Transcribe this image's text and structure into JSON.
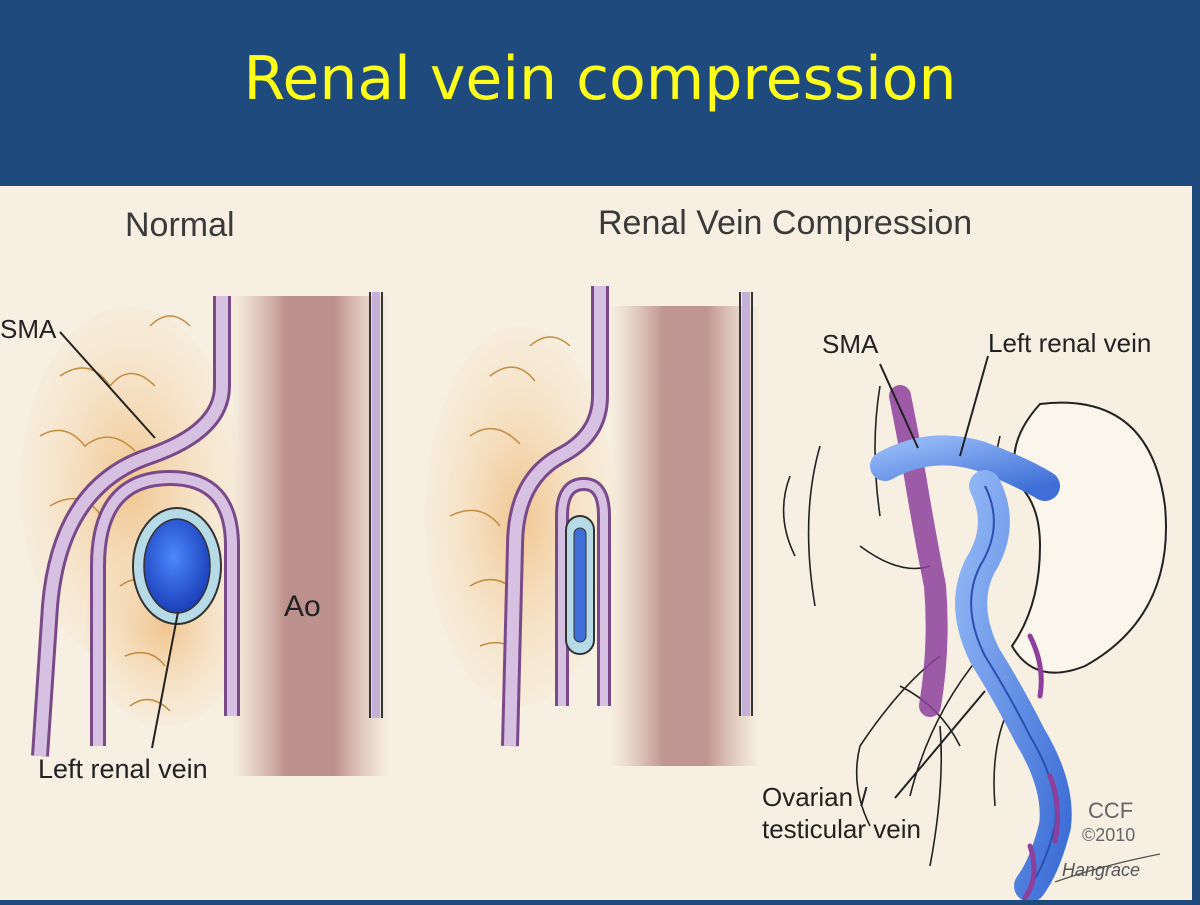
{
  "slide": {
    "title": "Renal vein compression",
    "colors": {
      "header_bg": "#1e4a7e",
      "title": "#ffff1a",
      "panel_bg": "#f7f0e2",
      "vein": "#4a7fe0",
      "artery": "#9b5ca6"
    }
  },
  "diagram": {
    "normal_heading": "Normal",
    "compression_heading": "Renal Vein Compression",
    "labels": {
      "sma_left": "SMA",
      "ao": "Ao",
      "left_renal_vein_left": "Left renal vein",
      "sma_right": "SMA",
      "left_renal_vein_right": "Left renal vein",
      "ovarian_line1": "Ovarian /",
      "ovarian_line2": "testicular vein",
      "credit_ccf": "CCF",
      "credit_year": "©2010",
      "signature": "Hangrace"
    }
  }
}
